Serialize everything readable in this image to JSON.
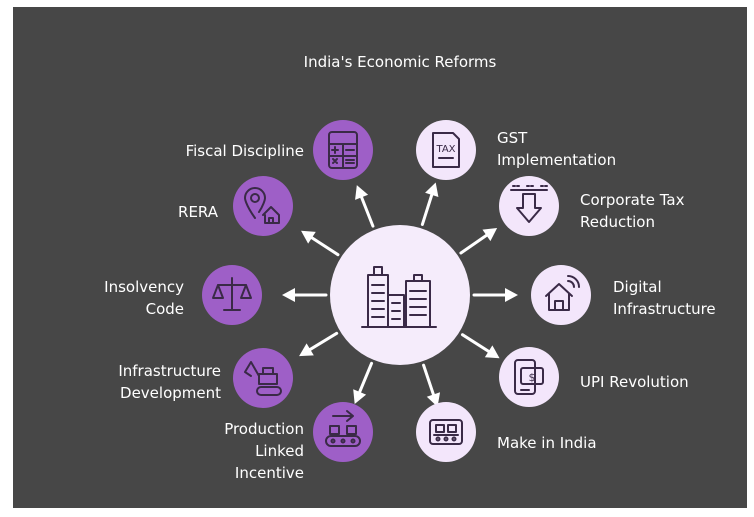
{
  "title": "India's Economic Reforms",
  "colors": {
    "background": "#474747",
    "frame": "#ffffff",
    "hub_fill": "#f5ecfb",
    "node_dark": "#9e5fc7",
    "node_light": "#f3e6fb",
    "icon_stroke": "#3a2a47",
    "text": "#ffffff",
    "arrow": "#ffffff"
  },
  "hub": {
    "icon": "city-buildings-icon"
  },
  "reforms": [
    {
      "id": "gst",
      "lines": [
        "GST",
        "Implementation"
      ],
      "icon": "tax-document-icon",
      "style": "light"
    },
    {
      "id": "corporate-tax",
      "lines": [
        "Corporate Tax",
        "Reduction"
      ],
      "icon": "arrow-down-icon",
      "style": "light"
    },
    {
      "id": "digital-infrastructure",
      "lines": [
        "Digital",
        "Infrastructure"
      ],
      "icon": "smart-home-icon",
      "style": "light"
    },
    {
      "id": "upi",
      "lines": [
        "UPI Revolution"
      ],
      "icon": "mobile-payment-icon",
      "style": "light"
    },
    {
      "id": "make-in-india",
      "lines": [
        "Make in India"
      ],
      "icon": "conveyor-belt-icon",
      "style": "light"
    },
    {
      "id": "pli",
      "lines": [
        "Production",
        "Linked",
        "Incentive"
      ],
      "icon": "production-line-icon",
      "style": "dark"
    },
    {
      "id": "infrastructure-development",
      "lines": [
        "Infrastructure",
        "Development"
      ],
      "icon": "excavator-icon",
      "style": "dark"
    },
    {
      "id": "insolvency-code",
      "lines": [
        "Insolvency",
        "Code"
      ],
      "icon": "balance-scale-icon",
      "style": "dark"
    },
    {
      "id": "rera",
      "lines": [
        "RERA"
      ],
      "icon": "location-home-icon",
      "style": "dark"
    },
    {
      "id": "fiscal-discipline",
      "lines": [
        "Fiscal Discipline"
      ],
      "icon": "calculator-icon",
      "style": "dark"
    }
  ]
}
